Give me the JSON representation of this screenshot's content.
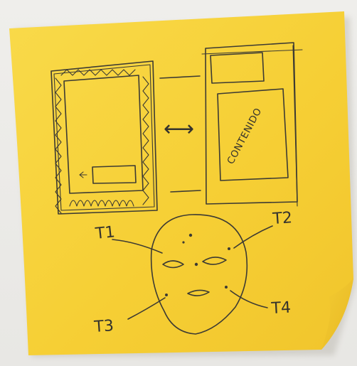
{
  "note": {
    "paper_color": "#f7d13a",
    "ink_color": "#3c3a33",
    "sketch": {
      "arrow_symbol": "⟷",
      "content_label": "CONTENIDO",
      "zones": [
        {
          "label": "T1"
        },
        {
          "label": "T2"
        },
        {
          "label": "T3"
        },
        {
          "label": "T4"
        }
      ]
    }
  }
}
